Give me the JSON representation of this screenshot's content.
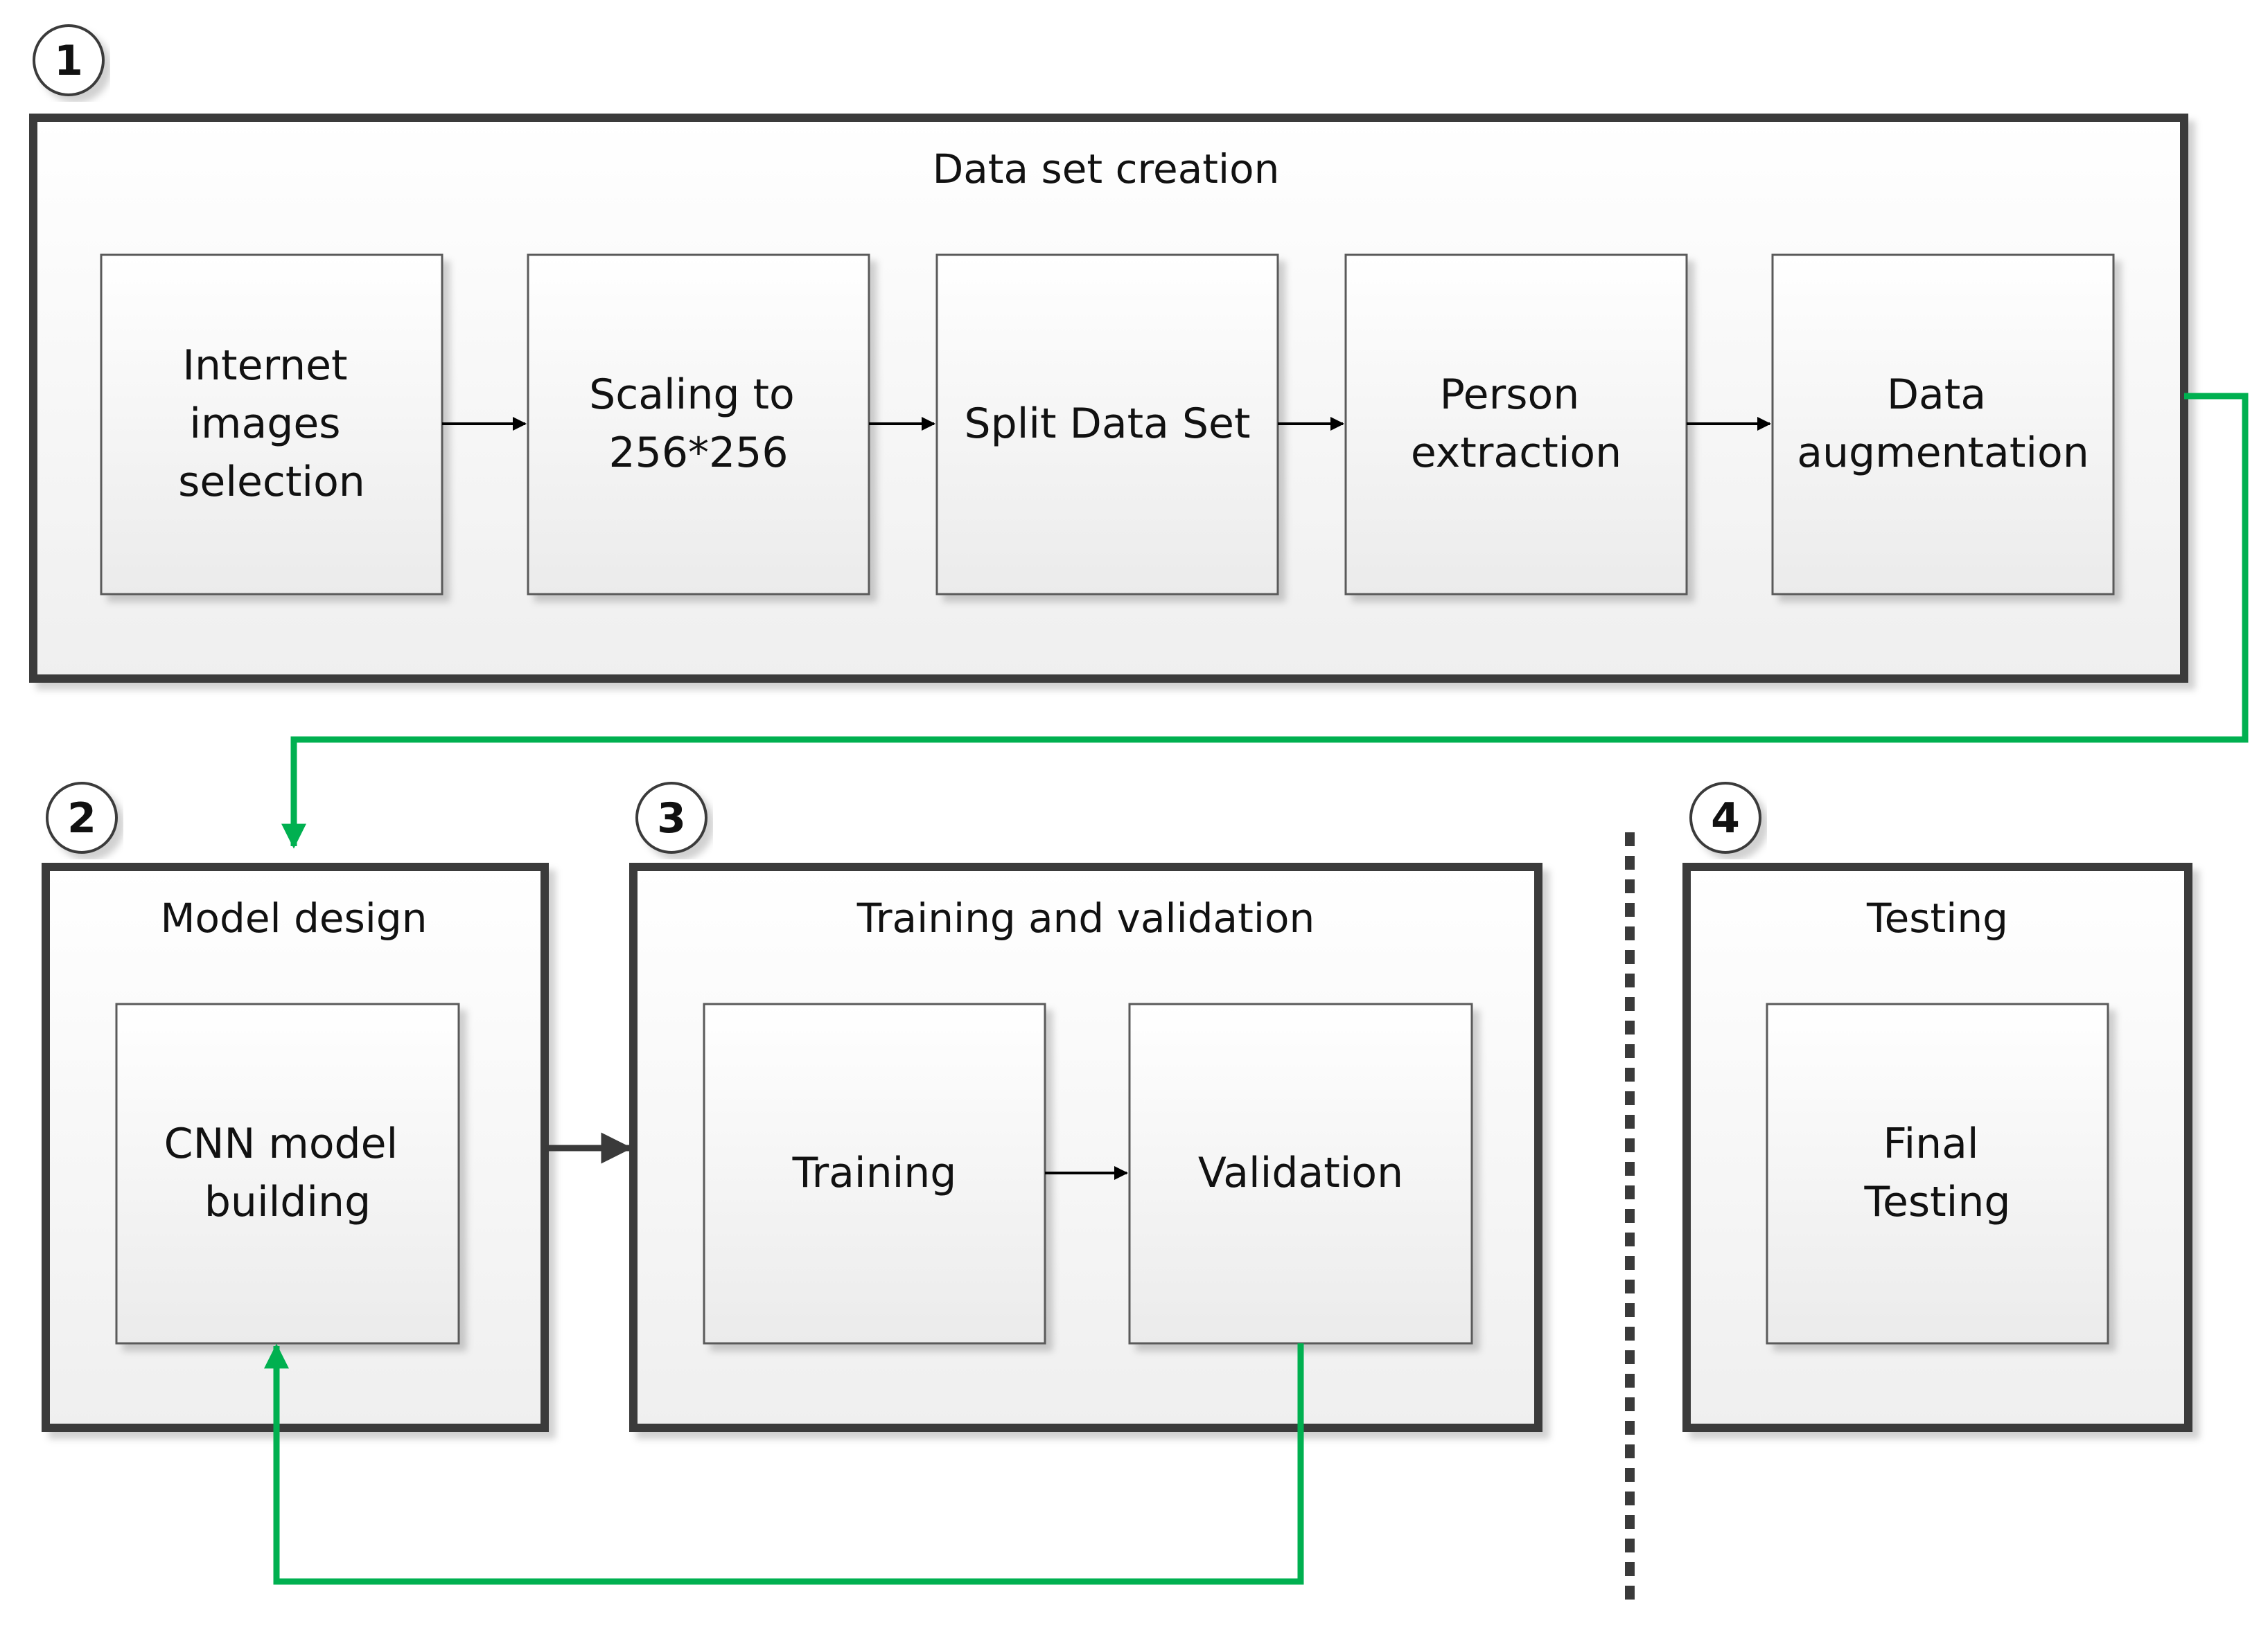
{
  "stages": {
    "dataset": {
      "badge": "1",
      "title": "Data set creation",
      "steps": [
        {
          "lines": [
            "Internet",
            "images",
            "selection"
          ]
        },
        {
          "lines": [
            "Scaling to",
            "256*256"
          ]
        },
        {
          "lines": [
            "Split Data Set"
          ]
        },
        {
          "lines": [
            "Person",
            "extraction"
          ]
        },
        {
          "lines": [
            "Data",
            "augmentation"
          ]
        }
      ]
    },
    "model": {
      "badge": "2",
      "title": "Model design",
      "step": {
        "lines": [
          "CNN model",
          "building"
        ]
      }
    },
    "training": {
      "badge": "3",
      "title": "Training and validation",
      "steps": [
        {
          "lines": [
            "Training"
          ]
        },
        {
          "lines": [
            "Validation"
          ]
        }
      ]
    },
    "testing": {
      "badge": "4",
      "title": "Testing",
      "step": {
        "lines": [
          "Final",
          "Testing"
        ]
      }
    }
  },
  "colors": {
    "frame": "#3a3a3a",
    "box_top": "#ffffff",
    "box_bottom": "#ececec",
    "arrow": "#000000",
    "feedback": "#00b050",
    "divider": "#3a3a3a"
  }
}
